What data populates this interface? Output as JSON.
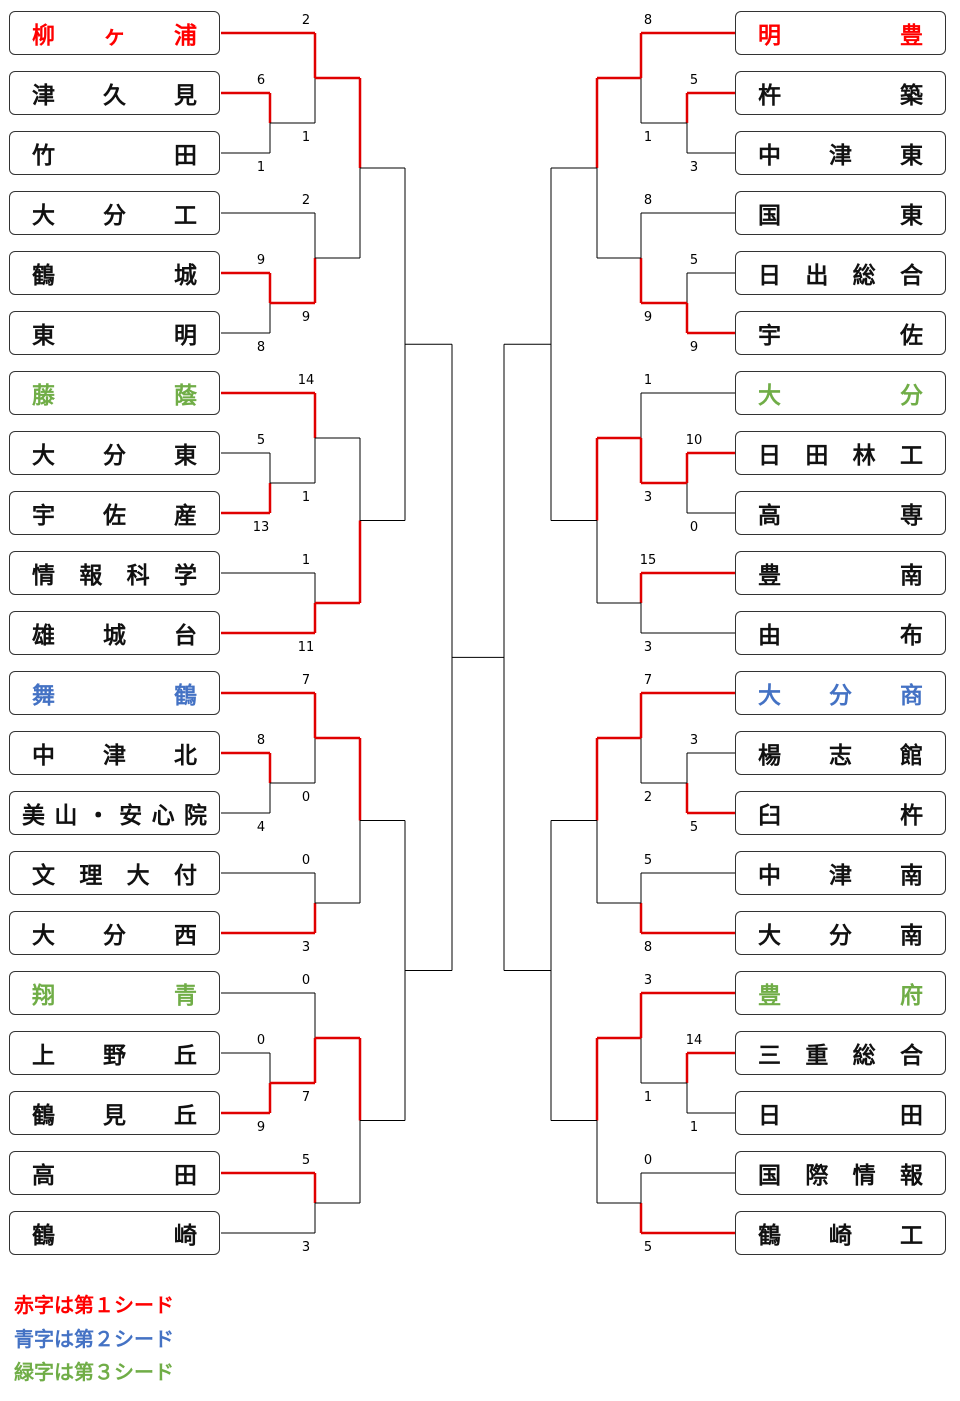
{
  "left_teams": [
    {
      "name": "柳ヶ浦",
      "seed": 1
    },
    {
      "name": "津久見",
      "seed": 0
    },
    {
      "name": "竹田",
      "seed": 0
    },
    {
      "name": "大分工",
      "seed": 0
    },
    {
      "name": "鶴城",
      "seed": 0
    },
    {
      "name": "東明",
      "seed": 0
    },
    {
      "name": "藤蔭",
      "seed": 3
    },
    {
      "name": "大分東",
      "seed": 0
    },
    {
      "name": "宇佐産",
      "seed": 0
    },
    {
      "name": "情報科学",
      "seed": 0
    },
    {
      "name": "雄城台",
      "seed": 0
    },
    {
      "name": "舞鶴",
      "seed": 2
    },
    {
      "name": "中津北",
      "seed": 0
    },
    {
      "name": "美山・安心院",
      "seed": 0
    },
    {
      "name": "文理大付",
      "seed": 0
    },
    {
      "name": "大分西",
      "seed": 0
    },
    {
      "name": "翔青",
      "seed": 3
    },
    {
      "name": "上野丘",
      "seed": 0
    },
    {
      "name": "鶴見丘",
      "seed": 0
    },
    {
      "name": "高田",
      "seed": 0
    },
    {
      "name": "鶴崎",
      "seed": 0
    }
  ],
  "right_teams": [
    {
      "name": "明豊",
      "seed": 1
    },
    {
      "name": "杵築",
      "seed": 0
    },
    {
      "name": "中津東",
      "seed": 0
    },
    {
      "name": "国東",
      "seed": 0
    },
    {
      "name": "日出総合",
      "seed": 0
    },
    {
      "name": "宇佐",
      "seed": 0
    },
    {
      "name": "大分",
      "seed": 3
    },
    {
      "name": "日田林工",
      "seed": 0
    },
    {
      "name": "高専",
      "seed": 0
    },
    {
      "name": "豊南",
      "seed": 0
    },
    {
      "name": "由布",
      "seed": 0
    },
    {
      "name": "大分商",
      "seed": 2
    },
    {
      "name": "楊志館",
      "seed": 0
    },
    {
      "name": "臼杵",
      "seed": 0
    },
    {
      "name": "中津南",
      "seed": 0
    },
    {
      "name": "大分南",
      "seed": 0
    },
    {
      "name": "豊府",
      "seed": 3
    },
    {
      "name": "三重総合",
      "seed": 0
    },
    {
      "name": "日田",
      "seed": 0
    },
    {
      "name": "国際情報",
      "seed": 0
    },
    {
      "name": "鶴崎工",
      "seed": 0
    }
  ],
  "left_scores": [
    {
      "team": "津久見",
      "score": "6"
    },
    {
      "team": "竹田",
      "score": "1"
    },
    {
      "team": "鶴城",
      "score": "9"
    },
    {
      "team": "東明",
      "score": "8"
    },
    {
      "team": "大分東",
      "score": "5"
    },
    {
      "team": "宇佐産",
      "score": "13"
    },
    {
      "team": "中津北",
      "score": "8"
    },
    {
      "team": "美山・安心院",
      "score": "4"
    },
    {
      "team": "上野丘",
      "score": "0"
    },
    {
      "team": "鶴見丘",
      "score": "9"
    },
    {
      "team": "柳ヶ浦",
      "score": "2"
    },
    {
      "team": "津久見/竹田",
      "score": "1"
    },
    {
      "team": "大分工",
      "score": "2"
    },
    {
      "team": "鶴城/東明",
      "score": "9"
    },
    {
      "team": "藤蔭",
      "score": "14"
    },
    {
      "team": "大分東/宇佐産",
      "score": "1"
    },
    {
      "team": "情報科学",
      "score": "1"
    },
    {
      "team": "雄城台",
      "score": "11"
    },
    {
      "team": "舞鶴",
      "score": "7"
    },
    {
      "team": "中津北/美山・安心院",
      "score": "0"
    },
    {
      "team": "文理大付",
      "score": "0"
    },
    {
      "team": "大分西",
      "score": "3"
    },
    {
      "team": "翔青",
      "score": "0"
    },
    {
      "team": "上野丘/鶴見丘",
      "score": "7"
    },
    {
      "team": "高田",
      "score": "5"
    },
    {
      "team": "鶴崎",
      "score": "3"
    }
  ],
  "right_scores": [
    {
      "team": "杵築",
      "score": "5"
    },
    {
      "team": "中津東",
      "score": "3"
    },
    {
      "team": "日出総合",
      "score": "5"
    },
    {
      "team": "宇佐",
      "score": "9"
    },
    {
      "team": "日田林工",
      "score": "10"
    },
    {
      "team": "高専",
      "score": "0"
    },
    {
      "team": "楊志館",
      "score": "3"
    },
    {
      "team": "臼杵",
      "score": "5"
    },
    {
      "team": "三重総合",
      "score": "14"
    },
    {
      "team": "日田",
      "score": "1"
    },
    {
      "team": "明豊",
      "score": "8"
    },
    {
      "team": "杵築/中津東",
      "score": "1"
    },
    {
      "team": "国東",
      "score": "8"
    },
    {
      "team": "日出総合/宇佐",
      "score": "9"
    },
    {
      "team": "大分",
      "score": "1"
    },
    {
      "team": "日田林工/高専",
      "score": "3"
    },
    {
      "team": "豊南",
      "score": "15"
    },
    {
      "team": "由布",
      "score": "3"
    },
    {
      "team": "大分商",
      "score": "7"
    },
    {
      "team": "楊志館/臼杵",
      "score": "2"
    },
    {
      "team": "中津南",
      "score": "5"
    },
    {
      "team": "大分南",
      "score": "8"
    },
    {
      "team": "豊府",
      "score": "3"
    },
    {
      "team": "三重総合/日田",
      "score": "1"
    },
    {
      "team": "国際情報",
      "score": "0"
    },
    {
      "team": "鶴崎工",
      "score": "5"
    }
  ],
  "legend": [
    {
      "text": "赤字は第１シード",
      "color": "#ff0000"
    },
    {
      "text": "青字は第２シード",
      "color": "#4472c4"
    },
    {
      "text": "緑字は第３シード",
      "color": "#70ad47"
    }
  ],
  "colors": {
    "win": "#e00000",
    "line": "#000000",
    "seed1": "#ff0000",
    "seed2": "#4472c4",
    "seed3": "#70ad47"
  }
}
